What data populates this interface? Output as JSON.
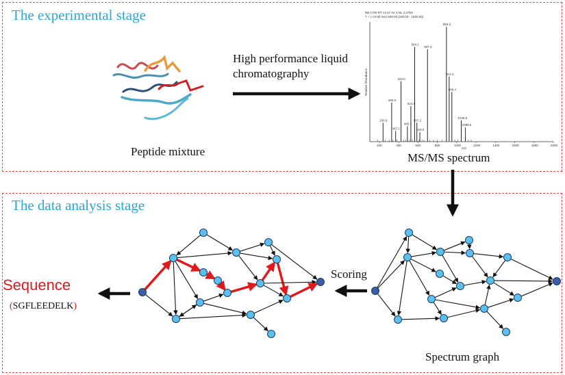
{
  "stages": {
    "experimental_title": "The experimental stage",
    "analysis_title": "The data analysis stage"
  },
  "labels": {
    "peptide_mixture": "Peptide mixture",
    "hplc_line1": "High performance liquid",
    "hplc_line2": "chromatography",
    "msms_spectrum": "MS/MS spectrum",
    "scoring": "Scoring",
    "spectrum_graph": "Spectrum graph"
  },
  "sequence": {
    "title": "Sequence",
    "open_paren": "(",
    "value": "SGFLEEDELK",
    "close_paren": ")"
  },
  "spectrum": {
    "header_line1": "NB 1700  RT 14.47  AV 1  NL 2.27E6",
    "header_line2": "T + c d Full ms2 509.00 [160.00 - 1520.00]",
    "x_ticks": [
      "200",
      "400",
      "600",
      "800",
      "1000",
      "1200",
      "1400",
      "1600",
      "1800",
      "2000"
    ],
    "x_axis_label": "m/z",
    "y_axis_label": "Relative Abundance",
    "peaks": [
      {
        "mz": 236.9,
        "rel": 16,
        "label": "236.9"
      },
      {
        "mz": 326.0,
        "rel": 33,
        "label": "326.0"
      },
      {
        "mz": 367.1,
        "rel": 9,
        "label": "367.1"
      },
      {
        "mz": 423.0,
        "rel": 51,
        "label": "423.0"
      },
      {
        "mz": 489.1,
        "rel": 13,
        "label": "489.1"
      },
      {
        "mz": 524.9,
        "rel": 30,
        "label": "524.9"
      },
      {
        "mz": 564.1,
        "rel": 80,
        "label": "564.1"
      },
      {
        "mz": 587.2,
        "rel": 16,
        "label": "587.2"
      },
      {
        "mz": 618.0,
        "rel": 8,
        "label": "618.0"
      },
      {
        "mz": 697.3,
        "rel": 78,
        "label": "697.3"
      },
      {
        "mz": 893.3,
        "rel": 97,
        "label": "893.3"
      },
      {
        "mz": 921.4,
        "rel": 55,
        "label": "921.4"
      },
      {
        "mz": 949.4,
        "rel": 42,
        "label": "949.4"
      },
      {
        "mz": 1046.6,
        "rel": 18,
        "label": "1046.6"
      },
      {
        "mz": 1089.6,
        "rel": 12,
        "label": "1089.6"
      }
    ]
  },
  "colors": {
    "stage_title": "#2aa6d9",
    "border": "#e04a4a",
    "node_fill": "#5bc0ec",
    "end_node_fill": "#3b5ea8",
    "highlight_path": "#e0191c",
    "sequence_text": "#e0191c"
  }
}
